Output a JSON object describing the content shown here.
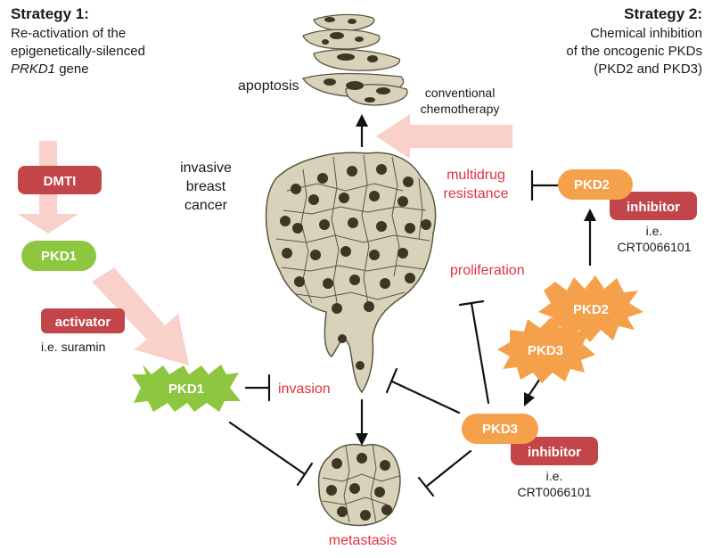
{
  "strategy1": {
    "title": "Strategy 1:",
    "line1": "Re-activation of the",
    "line2": "epigenetically-silenced",
    "gene": "PRKD1",
    "gene_suffix": " gene"
  },
  "strategy2": {
    "title": "Strategy 2:",
    "line1": "Chemical inhibition",
    "line2": "of the oncogenic PKDs",
    "line3": "(PKD2 and PKD3)"
  },
  "nodes": {
    "apoptosis": "apoptosis",
    "chemo_line1": "conventional",
    "chemo_line2": "chemotherapy",
    "cancer_line1": "invasive",
    "cancer_line2": "breast",
    "cancer_line3": "cancer",
    "multidrug_line1": "multidrug",
    "multidrug_line2": "resistance",
    "proliferation": "proliferation",
    "invasion": "invasion",
    "metastasis": "metastasis"
  },
  "labels": {
    "dmti": "DMTI",
    "pkd1_top": "PKD1",
    "activator": "activator",
    "activator_example": "i.e. suramin",
    "pkd1_star": "PKD1",
    "pkd2_box": "PKD2",
    "inhibitor_top": "inhibitor",
    "inhibitor_top_ie": "i.e.",
    "inhibitor_top_compound": "CRT0066101",
    "pkd2_star": "PKD2",
    "pkd3_star": "PKD3",
    "pkd3_box": "PKD3",
    "inhibitor_bottom": "inhibitor",
    "inhibitor_bottom_ie": "i.e.",
    "inhibitor_bottom_compound": "CRT0066101"
  },
  "colors": {
    "red_box": "#c2454a",
    "green": "#8dc63f",
    "orange": "#f5a04a",
    "pink_arrow": "#f9d0ca",
    "red_text": "#e03340",
    "cell_fill": "#d8d2ba",
    "nucleus": "#3d3624"
  }
}
